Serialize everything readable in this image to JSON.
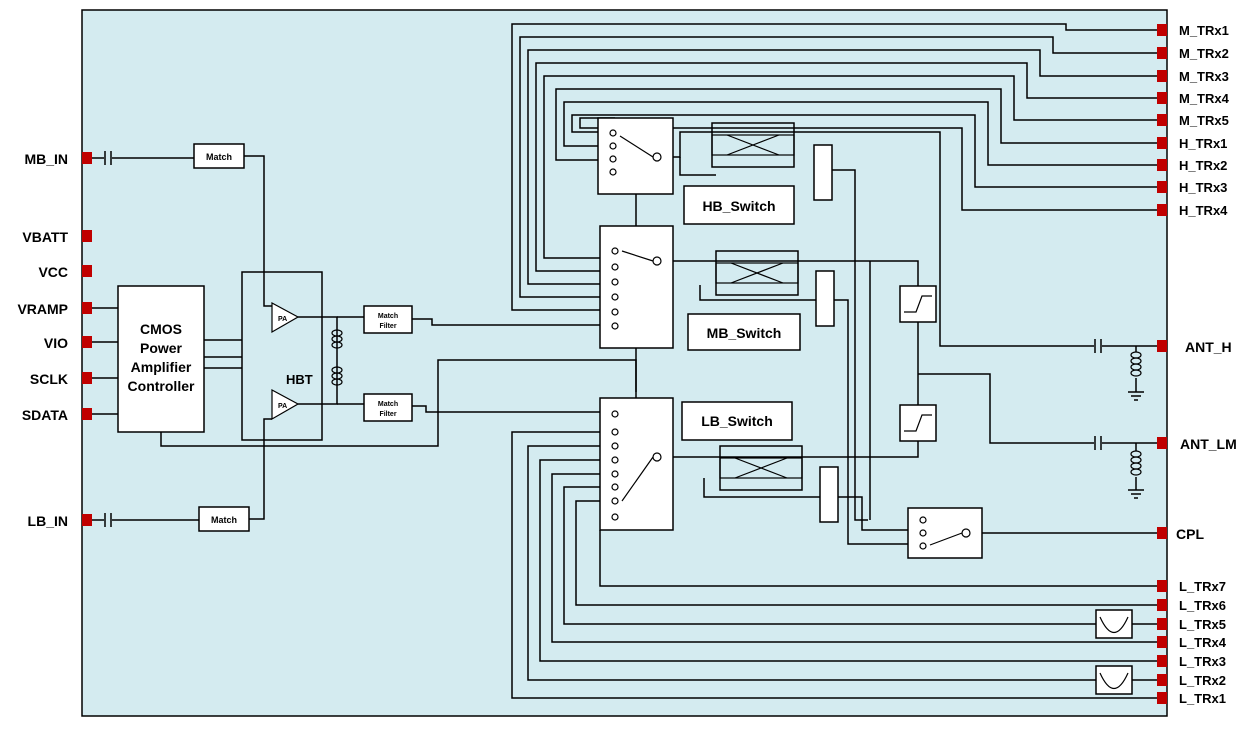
{
  "pins_left": [
    {
      "id": "mb_in",
      "label": "MB_IN"
    },
    {
      "id": "vbatt",
      "label": "VBATT"
    },
    {
      "id": "vcc",
      "label": "VCC"
    },
    {
      "id": "vramp",
      "label": "VRAMP"
    },
    {
      "id": "vio",
      "label": "VIO"
    },
    {
      "id": "sclk",
      "label": "SCLK"
    },
    {
      "id": "sdata",
      "label": "SDATA"
    },
    {
      "id": "lb_in",
      "label": "LB_IN"
    }
  ],
  "pins_right_top": [
    {
      "id": "m_trx1",
      "label": "M_TRx1"
    },
    {
      "id": "m_trx2",
      "label": "M_TRx2"
    },
    {
      "id": "m_trx3",
      "label": "M_TRx3"
    },
    {
      "id": "m_trx4",
      "label": "M_TRx4"
    },
    {
      "id": "m_trx5",
      "label": "M_TRx5"
    },
    {
      "id": "h_trx1",
      "label": "H_TRx1"
    },
    {
      "id": "h_trx2",
      "label": "H_TRx2"
    },
    {
      "id": "h_trx3",
      "label": "H_TRx3"
    },
    {
      "id": "h_trx4",
      "label": "H_TRx4"
    }
  ],
  "pins_right_mid": [
    {
      "id": "ant_h",
      "label": "ANT_H"
    },
    {
      "id": "ant_lm",
      "label": "ANT_LM"
    },
    {
      "id": "cpl",
      "label": "CPL"
    }
  ],
  "pins_right_bottom": [
    {
      "id": "l_trx7",
      "label": "L_TRx7"
    },
    {
      "id": "l_trx6",
      "label": "L_TRx6"
    },
    {
      "id": "l_trx5",
      "label": "L_TRx5"
    },
    {
      "id": "l_trx4",
      "label": "L_TRx4"
    },
    {
      "id": "l_trx3",
      "label": "L_TRx3"
    },
    {
      "id": "l_trx2",
      "label": "L_TRx2"
    },
    {
      "id": "l_trx1",
      "label": "L_TRx1"
    }
  ],
  "blocks": {
    "controller_lines": [
      "CMOS",
      "Power",
      "Amplifier",
      "Controller"
    ],
    "hbt": "HBT",
    "pa": "PA",
    "match": "Match",
    "match_filter_lines": [
      "Match",
      "Filter"
    ],
    "hb_switch": "HB_Switch",
    "mb_switch": "MB_Switch",
    "lb_switch": "LB_Switch"
  },
  "colors": {
    "background": "#d4ebf0",
    "pin": "#c00000",
    "line": "#000000"
  }
}
